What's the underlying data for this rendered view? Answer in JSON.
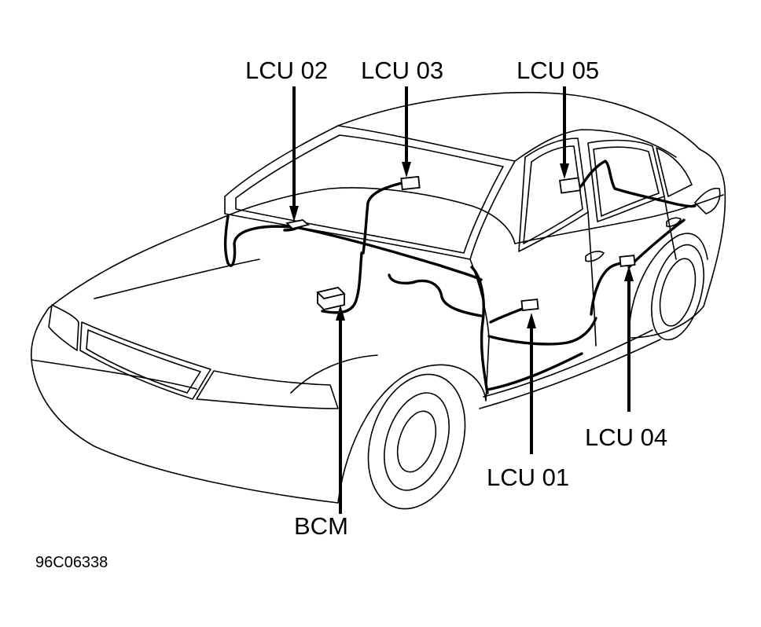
{
  "figure_id": "96C06338",
  "components": [
    {
      "key": "lcu02",
      "label": "LCU 02"
    },
    {
      "key": "lcu03",
      "label": "LCU 03"
    },
    {
      "key": "lcu05",
      "label": "LCU 05"
    },
    {
      "key": "lcu04",
      "label": "LCU 04"
    },
    {
      "key": "lcu01",
      "label": "LCU 01"
    },
    {
      "key": "bcm",
      "label": "BCM"
    }
  ]
}
